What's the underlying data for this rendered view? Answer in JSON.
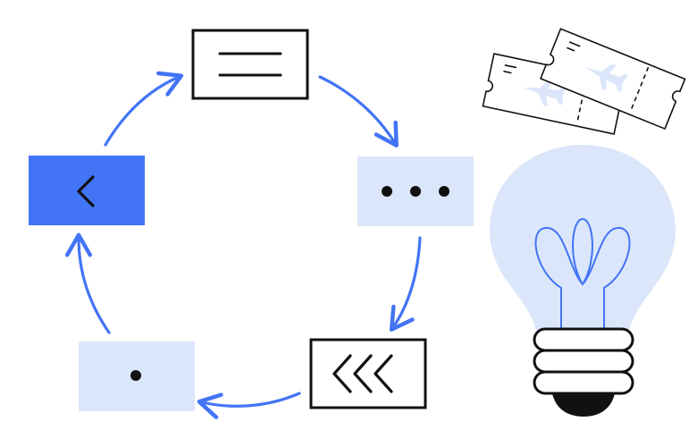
{
  "colors": {
    "accent": "#4274f5",
    "light_fill": "#dce6fa",
    "ink": "#111111",
    "background": "#ffffff"
  },
  "cycle": {
    "nodes": [
      {
        "icon": "menu-lines-icon",
        "style": "outlined"
      },
      {
        "icon": "ellipsis-icon",
        "style": "light"
      },
      {
        "icon": "triple-chevron-left-icon",
        "style": "outlined"
      },
      {
        "icon": "dot-icon",
        "style": "light"
      },
      {
        "icon": "chevron-left-icon",
        "style": "accent"
      }
    ],
    "arrow_count": 5
  },
  "illustrations": [
    {
      "icon": "plane-tickets-icon"
    },
    {
      "icon": "lightbulb-icon"
    }
  ]
}
